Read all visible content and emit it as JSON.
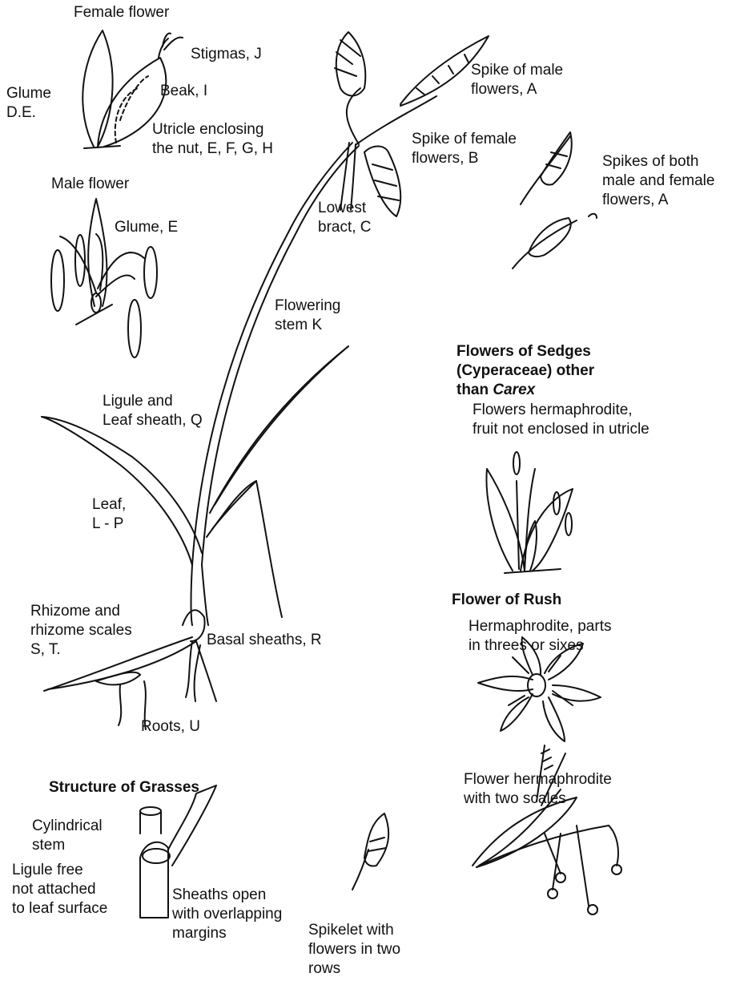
{
  "labels": {
    "female_flower": "Female flower",
    "stigmas": "Stigmas, J",
    "glume_de": [
      "Glume",
      "D.E."
    ],
    "beak": "Beak, I",
    "utricle": [
      "Utricle enclosing",
      "the nut, E, F, G, H"
    ],
    "male_flower": "Male flower",
    "glume_e": "Glume, E",
    "spike_male": [
      "Spike of male",
      "flowers, A"
    ],
    "spike_female": [
      "Spike of female",
      "flowers, B"
    ],
    "lowest_bract": [
      "Lowest",
      "bract, C"
    ],
    "spikes_both": [
      "Spikes of both",
      "male and female",
      "flowers, A"
    ],
    "flowering_stem": [
      "Flowering",
      "stem K"
    ],
    "ligule_sheath": [
      "Ligule and",
      "Leaf sheath, Q"
    ],
    "leaf": [
      "Leaf,",
      "L - P"
    ],
    "rhizome": [
      "Rhizome and",
      "rhizome scales",
      "S, T."
    ],
    "basal_sheaths": "Basal sheaths, R",
    "roots": "Roots, U",
    "sedges_heading": [
      "Flowers of Sedges",
      "(Cyperaceae) other",
      "than "
    ],
    "sedges_heading_italic": "Carex",
    "sedges_desc": [
      "Flowers hermaphrodite,",
      "fruit not enclosed in utricle"
    ],
    "rush_heading": "Flower of Rush",
    "rush_desc": [
      "Hermaphrodite, parts",
      "in threes or sixes"
    ],
    "grass_flower": [
      "Flower hermaphrodite",
      "with two scales"
    ],
    "grasses_heading": "Structure of Grasses",
    "cylindrical_stem": [
      "Cylindrical",
      "stem"
    ],
    "ligule_free": [
      "Ligule free",
      "not attached",
      "to leaf surface"
    ],
    "sheaths_open": [
      "Sheaths open",
      "with overlapping",
      "margins"
    ],
    "spikelet": [
      "Spikelet with",
      "flowers in two",
      "rows"
    ]
  }
}
